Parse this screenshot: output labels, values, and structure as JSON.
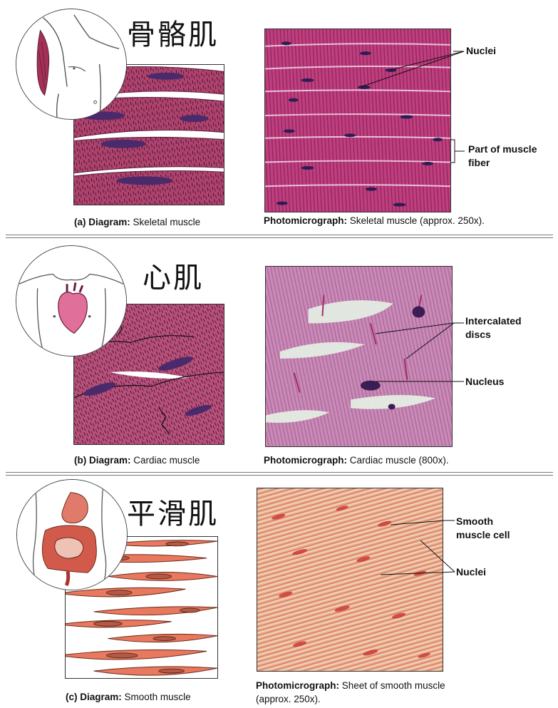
{
  "panels": {
    "skeletal": {
      "title_cn": "骨骼肌",
      "diagram_letter": "(a)",
      "diagram_bold": "Diagram:",
      "diagram_text": "Skeletal muscle",
      "photo_bold": "Photomicrograph:",
      "photo_text": "Skeletal muscle (approx. 250x).",
      "labels": {
        "nuclei": "Nuclei",
        "fiber_line1": "Part of muscle",
        "fiber_line2": "fiber"
      }
    },
    "cardiac": {
      "title_cn": "心肌",
      "diagram_letter": "(b)",
      "diagram_bold": "Diagram:",
      "diagram_text": "Cardiac muscle",
      "photo_bold": "Photomicrograph:",
      "photo_text": "Cardiac muscle (800x).",
      "labels": {
        "discs_line1": "Intercalated",
        "discs_line2": "discs",
        "nucleus": "Nucleus"
      }
    },
    "smooth": {
      "title_cn": "平滑肌",
      "diagram_letter": "(c)",
      "diagram_bold": "Diagram:",
      "diagram_text": "Smooth muscle",
      "photo_bold": "Photomicrograph:",
      "photo_text_line1": "Sheet of smooth muscle",
      "photo_text_line2": "(approx. 250x).",
      "labels": {
        "cell_line1": "Smooth",
        "cell_line2": "muscle cell",
        "nuclei": "Nuclei"
      }
    }
  },
  "colors": {
    "skeletal_fiber": "#b0436e",
    "skeletal_micro": "#c0407a",
    "cardiac_fiber": "#b8507a",
    "cardiac_micro": "#c986b6",
    "smooth_fiber": "#e8795e",
    "smooth_micro": "#e3a27f",
    "nucleus_purple": "#5a2a6a"
  }
}
